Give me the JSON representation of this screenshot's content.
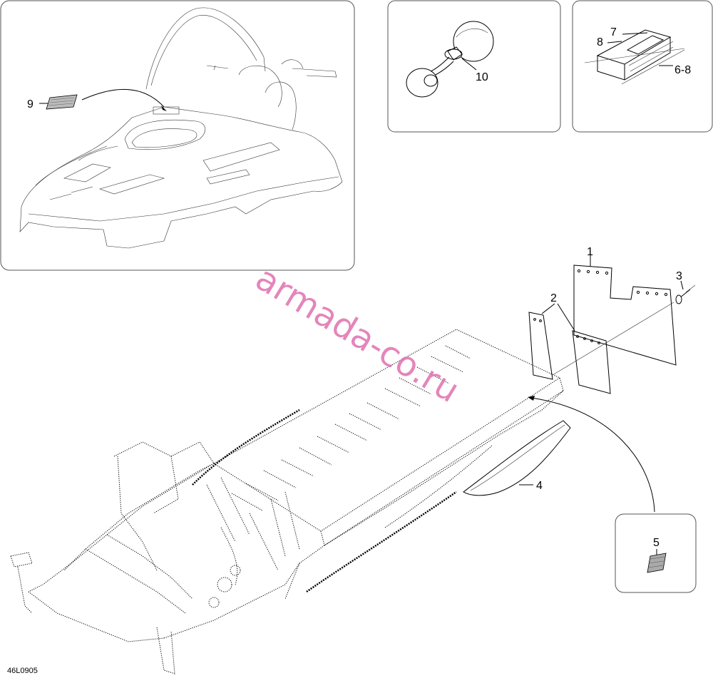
{
  "diagram": {
    "watermark": "armada-co.ru",
    "drawing_code": "46L0905",
    "callouts": {
      "c1": "1",
      "c2": "2",
      "c3": "3",
      "c4": "4",
      "c5": "5",
      "c6_8": "6-8",
      "c7": "7",
      "c8": "8",
      "c9": "9",
      "c10": "10"
    }
  }
}
